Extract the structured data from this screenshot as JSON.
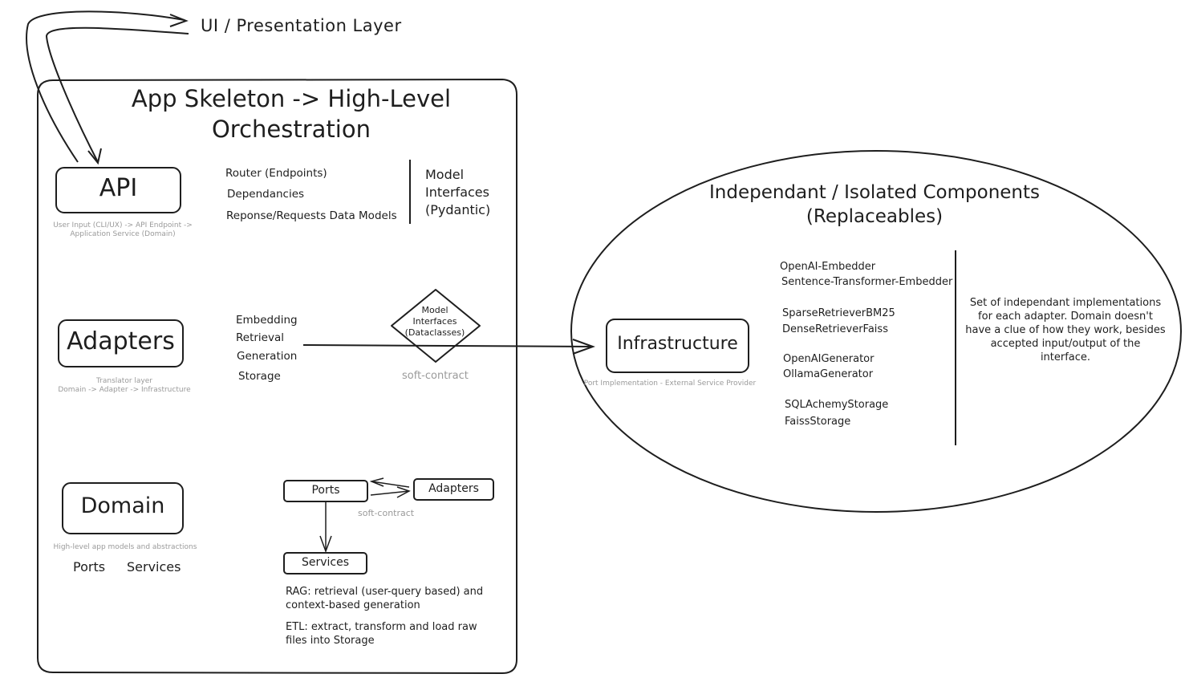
{
  "top_label": "UI / Presentation Layer",
  "skeleton": {
    "title": "App Skeleton -> High-Level Orchestration"
  },
  "api": {
    "label": "API",
    "caption": "User Input (CLI/UX) -> API Endpoint -> Application Service (Domain)",
    "items": [
      "Router (Endpoints)",
      "Dependancies",
      "Reponse/Requests Data Models"
    ],
    "model_interfaces": "Model Interfaces (Pydantic)"
  },
  "adapters": {
    "label": "Adapters",
    "caption_line1": "Translator layer",
    "caption_line2": "Domain -> Adapter -> Infrastructure",
    "items": [
      "Embedding",
      "Retrieval",
      "Generation",
      "Storage"
    ],
    "diamond_label": "Model Interfaces (Dataclasses)",
    "soft_contract": "soft-contract"
  },
  "domain": {
    "label": "Domain",
    "caption": "High-level app models and abstractions",
    "ports_label": "Ports",
    "services_label": "Services",
    "box_ports": "Ports",
    "box_adapters": "Adapters",
    "box_services": "Services",
    "soft_contract": "soft-contract",
    "note_rag": "RAG: retrieval (user-query based) and context-based generation",
    "note_etl": "ETL: extract, transform and load raw files into Storage"
  },
  "components": {
    "title": "Independant / Isolated Components (Replaceables)",
    "infrastructure_label": "Infrastructure",
    "infrastructure_caption": "Port Implementation - External Service Provider",
    "impl_groups": [
      [
        "OpenAI-Embedder",
        "Sentence-Transformer-Embedder"
      ],
      [
        "SparseRetrieverBM25",
        "DenseRetrieverFaiss"
      ],
      [
        "OpenAIGenerator",
        "OllamaGenerator"
      ],
      [
        "SQLAchemyStorage",
        "FaissStorage"
      ]
    ],
    "description": "Set of independant implementations for each adapter. Domain doesn't have a clue of how they work, besides accepted input/output of the interface."
  },
  "colors": {
    "stroke": "#1e1e1e",
    "muted": "#9a9a9a",
    "background": "#ffffff"
  }
}
